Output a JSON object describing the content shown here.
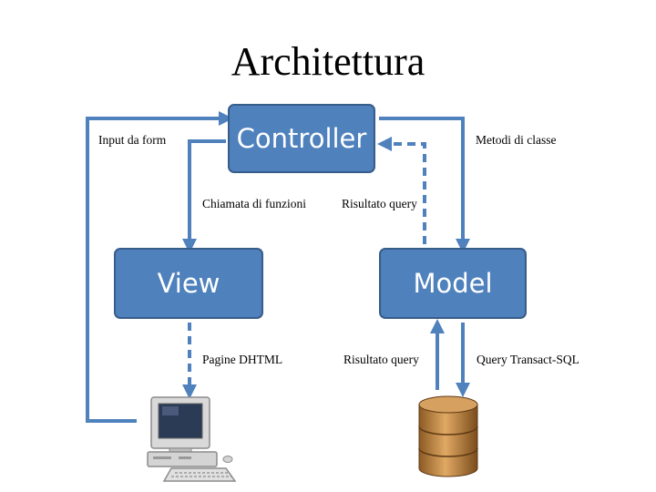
{
  "title": "Architettura",
  "nodes": {
    "controller": "Controller",
    "view": "View",
    "model": "Model"
  },
  "edges": {
    "input_form": "Input da form",
    "metodi_classe": "Metodi di classe",
    "chiamata_funzioni": "Chiamata di funzioni",
    "risultato_query_top": "Risultato query",
    "pagine_dhtml": "Pagine DHTML",
    "risultato_query_bottom": "Risultato query",
    "query_sql": "Query Transact-SQL"
  },
  "icons": {
    "computer": "desktop-computer-icon",
    "database": "database-cylinder-icon"
  },
  "colors": {
    "box_fill": "#4f81bd",
    "box_border": "#385d8a",
    "arrow": "#4f81bd",
    "db_fill": "#c8924a"
  }
}
